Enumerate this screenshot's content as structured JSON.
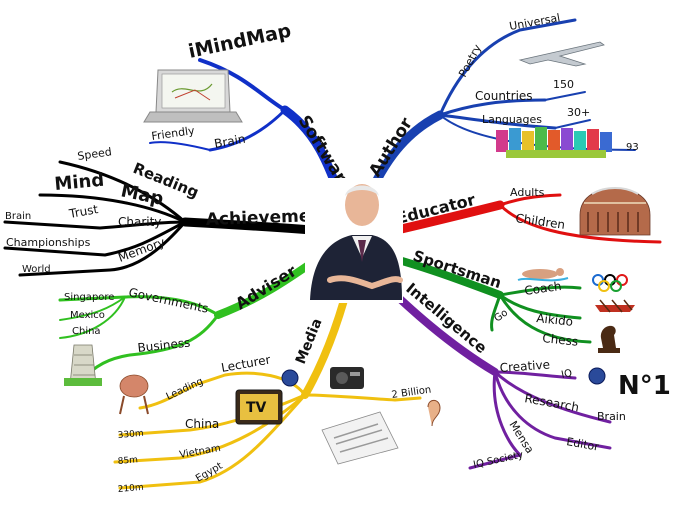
{
  "center": {
    "person": "portrait-photo"
  },
  "labels": {
    "software": "Software",
    "imindmap": "iMindMap",
    "friendly": "Friendly",
    "brain_sw": "Brain",
    "author": "Author",
    "poetry": "Poetry",
    "universal": "Universal",
    "countries": "Countries",
    "n150": "150",
    "languages": "Languages",
    "n30": "30+",
    "n93": "93",
    "educator": "Educator",
    "adults": "Adults",
    "children": "Children",
    "achievements": "Achievements",
    "speed": "Speed",
    "reading": "Reading",
    "mind": "Mind",
    "map": "Map",
    "brain_trust_1": "Brain",
    "trust": "Trust",
    "charity": "Charity",
    "championships": "Championships",
    "memory": "Memory",
    "world": "World",
    "adviser": "Adviser",
    "governments": "Governments",
    "singapore": "Singapore",
    "mexico": "Mexico",
    "china_adv": "China",
    "business": "Business",
    "sportsman": "Sportsman",
    "coach": "Coach",
    "go": "Go",
    "aikido": "Aikido",
    "chess": "Chess",
    "intelligence": "Intelligence",
    "creative": "Creative",
    "iq": "IQ",
    "no1": "N°1",
    "research": "Research",
    "brain_int": "Brain",
    "mensa": "Mensa",
    "editor": "Editor",
    "iq_society": "IQ Society",
    "media": "Media",
    "lecturer": "Lecturer",
    "leading": "Leading",
    "two_billion": "2 Billion",
    "china_media": "China",
    "m330": "330m",
    "vietnam": "Vietnam",
    "m85": "85m",
    "egypt": "Egypt",
    "m210": "210m",
    "tv": "TV"
  },
  "colors": {
    "software": "#1030c8",
    "author": "#1840b0",
    "educator": "#e01010",
    "achievements": "#000000",
    "adviser": "#30c020",
    "sportsman": "#109020",
    "intelligence": "#7020a0",
    "media": "#f0c010"
  }
}
